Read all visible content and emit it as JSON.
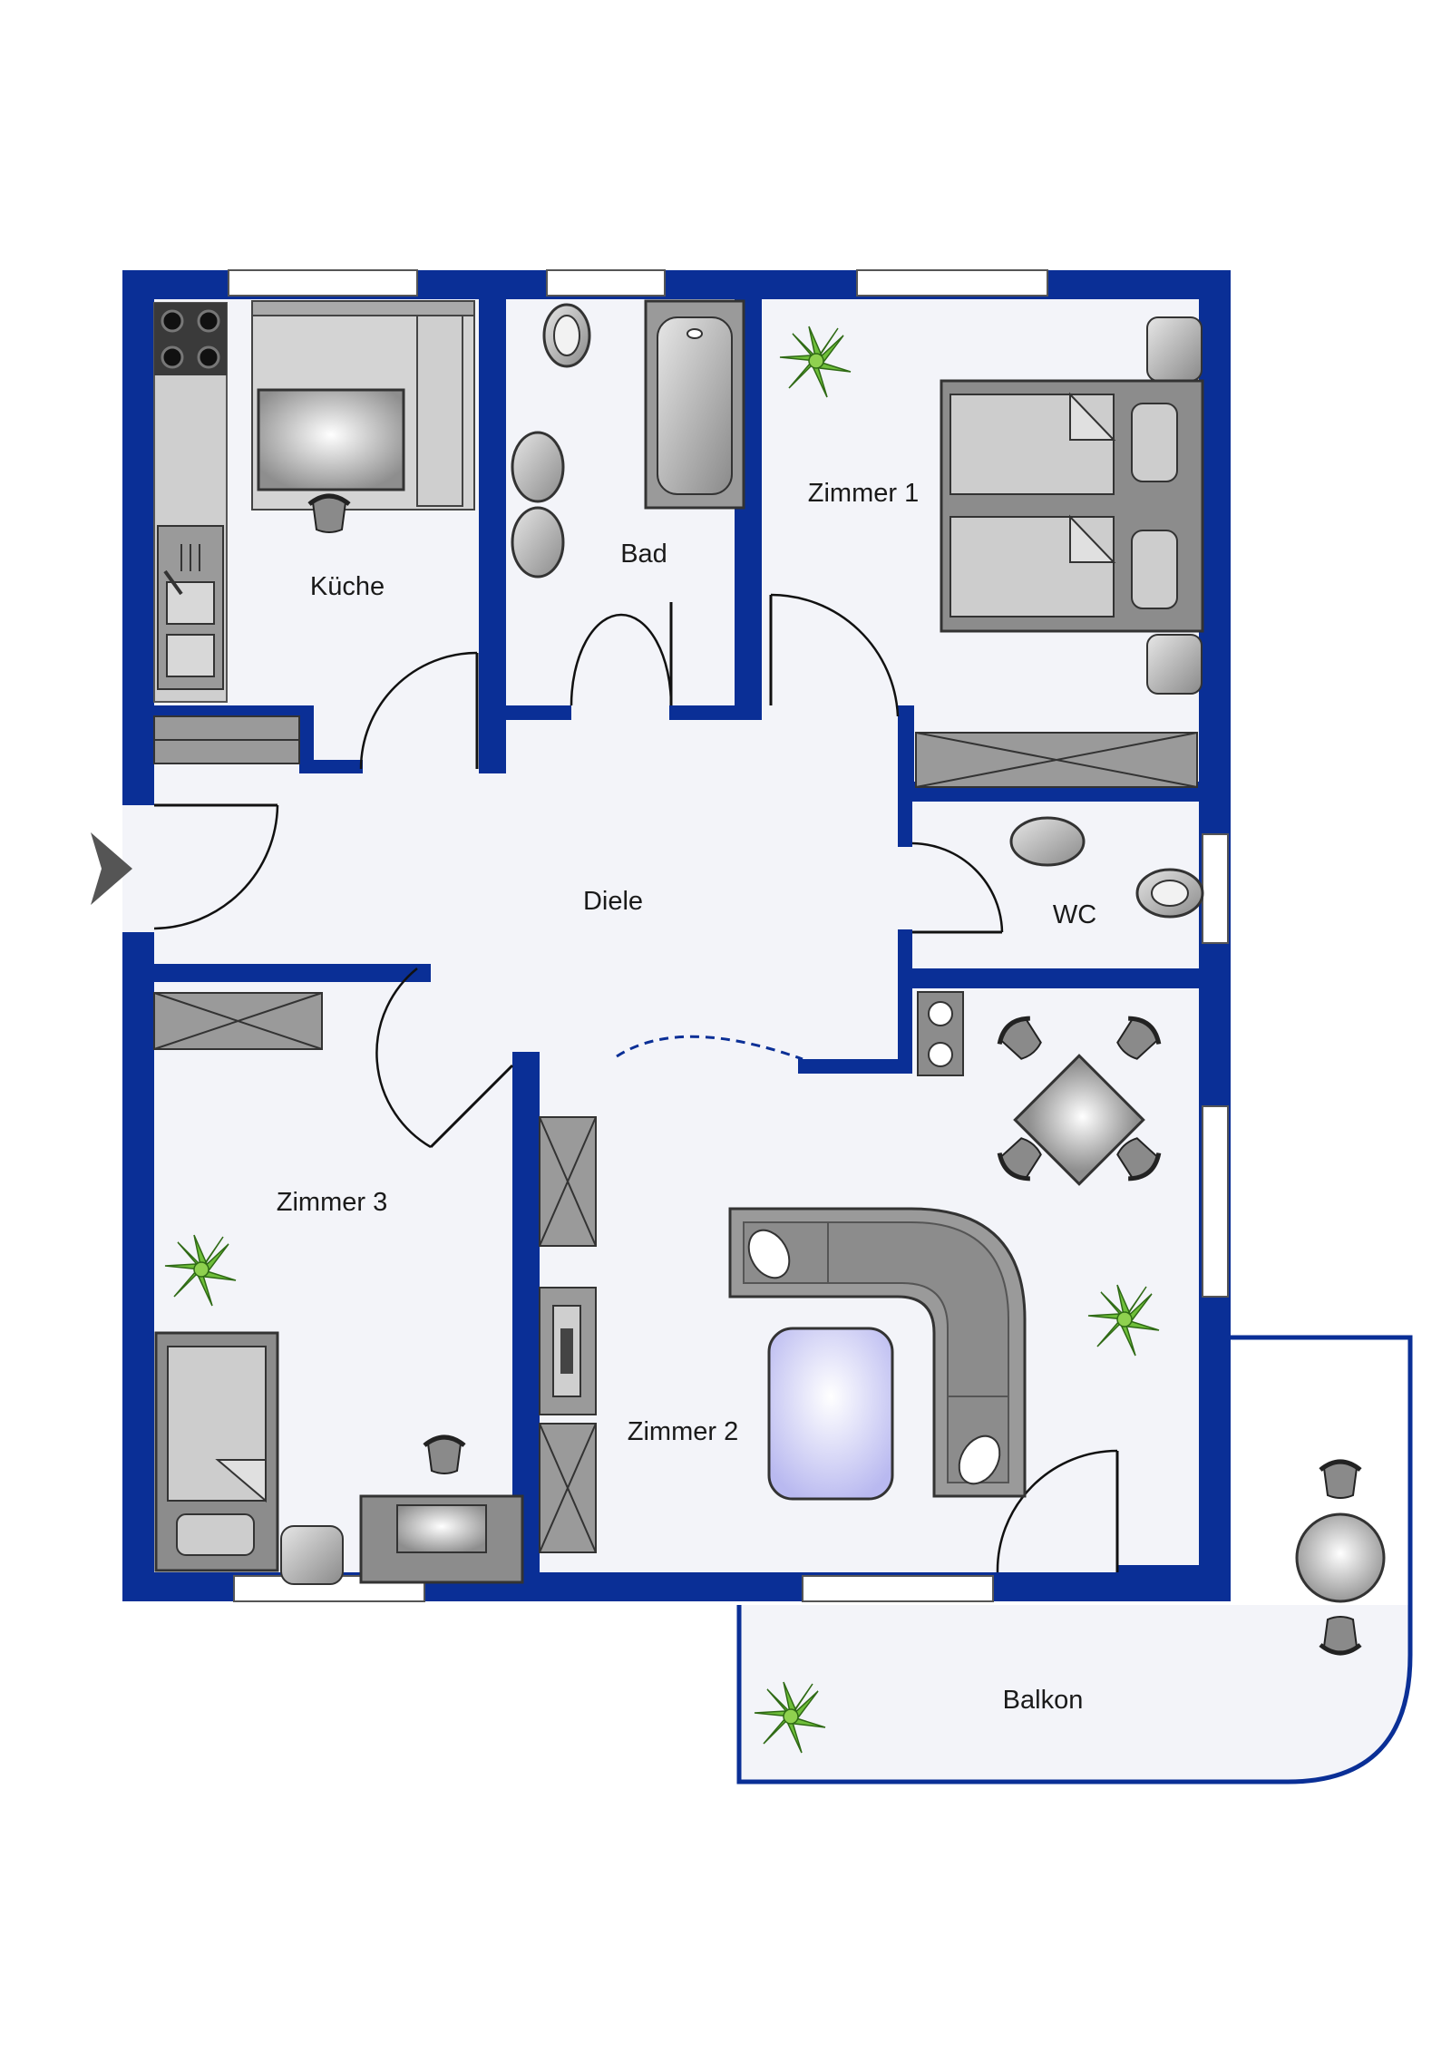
{
  "rooms": {
    "kueche": "Küche",
    "bad": "Bad",
    "zimmer1": "Zimmer 1",
    "diele": "Diele",
    "wc": "WC",
    "zimmer3": "Zimmer 3",
    "zimmer2": "Zimmer 2",
    "balkon": "Balkon"
  },
  "colors": {
    "wall": "#0a2f96",
    "floor": "#f3f4f9",
    "furniture": "#8c8c8c",
    "plant": "#6fbf3a"
  },
  "icons": [
    "entry-arrow-icon",
    "plant-icon",
    "chair-icon",
    "stove-icon",
    "sink-icon",
    "toilet-icon",
    "bathtub-icon",
    "bed-icon",
    "sofa-icon",
    "table-icon"
  ]
}
